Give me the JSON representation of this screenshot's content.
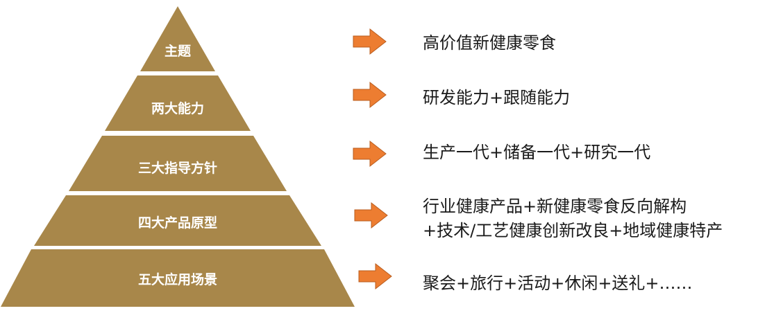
{
  "colors": {
    "tier_fill": "#A8874A",
    "arrow_fill": "#ED7D31",
    "arrow_stroke": "#B85C1E",
    "text": "#1a1a1a",
    "tier_text": "#ffffff"
  },
  "pyramid": {
    "tiers": [
      {
        "label": "主题"
      },
      {
        "label": "两大能力"
      },
      {
        "label": "三大指导方针"
      },
      {
        "label": "四大产品原型"
      },
      {
        "label": "五大应用场景"
      }
    ]
  },
  "descriptions": [
    {
      "lines": [
        "高价值新健康零食"
      ]
    },
    {
      "lines": [
        "研发能力+跟随能力"
      ]
    },
    {
      "lines": [
        "生产一代+储备一代+研究一代"
      ]
    },
    {
      "lines": [
        "行业健康产品+新健康零食反向解构",
        "+技术/工艺健康创新改良+地域健康特产"
      ]
    },
    {
      "lines": [
        "聚会+旅行+活动+休闲+送礼+……"
      ]
    }
  ]
}
